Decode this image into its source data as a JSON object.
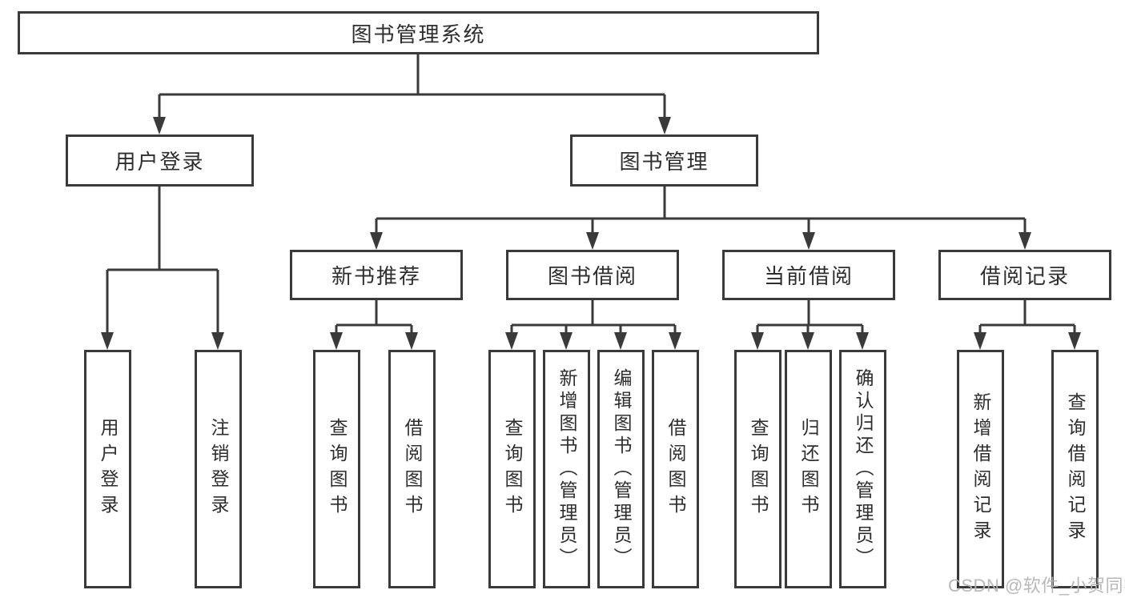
{
  "diagram": {
    "root": {
      "label": "图书管理系统"
    },
    "level2": {
      "user_login": {
        "label": "用户登录"
      },
      "book_mgmt": {
        "label": "图书管理"
      }
    },
    "level3": {
      "new_book": {
        "label": "新书推荐"
      },
      "book_borrow": {
        "label": "图书借阅"
      },
      "current_borrow": {
        "label": "当前借阅"
      },
      "borrow_records": {
        "label": "借阅记录"
      }
    },
    "leaves": {
      "user_login": "用户登录",
      "logout": "注销登录",
      "nb_query": "查询图书",
      "nb_borrow": "借阅图书",
      "bb_query": "查询图书",
      "bb_add": "新增图书（管理员）",
      "bb_edit": "编辑图书（管理员）",
      "bb_borrow": "借阅图书",
      "cb_query": "查询图书",
      "cb_return": "归还图书",
      "cb_confirm": "确认归还（管理员）",
      "br_add": "新增借阅记录",
      "br_query": "查询借阅记录"
    }
  },
  "watermark": "CSDN @软件_小贺同学",
  "colors": {
    "line": "#3a3a3a",
    "text": "#2e2e2e",
    "watermark": "#b3b3b3",
    "background": "#ffffff"
  }
}
